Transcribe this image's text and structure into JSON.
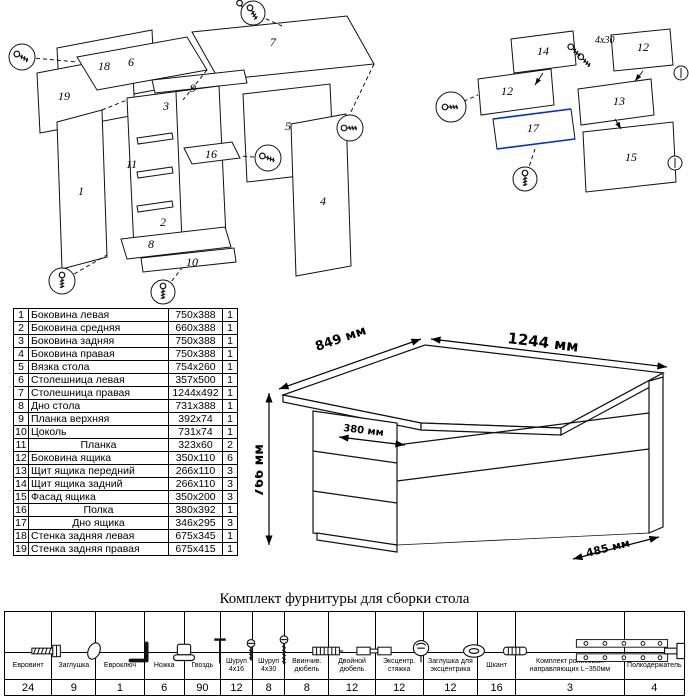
{
  "exploded_left": {
    "labels": [
      "6",
      "7",
      "18",
      "19",
      "1",
      "2",
      "3",
      "16",
      "5",
      "4",
      "8",
      "10",
      "11",
      "9"
    ]
  },
  "exploded_right": {
    "labels": [
      "14",
      "12",
      "12",
      "13",
      "17",
      "15",
      "4x30"
    ]
  },
  "parts": {
    "rows": [
      {
        "n": "1",
        "name": "Боковина левая",
        "size": "750x388",
        "qty": "1"
      },
      {
        "n": "2",
        "name": "Боковина средняя",
        "size": "660x388",
        "qty": "1"
      },
      {
        "n": "3",
        "name": "Боковина задняя",
        "size": "750x388",
        "qty": "1"
      },
      {
        "n": "4",
        "name": "Боковина правая",
        "size": "750x388",
        "qty": "1"
      },
      {
        "n": "5",
        "name": "Вязка стола",
        "size": "754x260",
        "qty": "1"
      },
      {
        "n": "6",
        "name": "Столешница левая",
        "size": "357x500",
        "qty": "1"
      },
      {
        "n": "7",
        "name": "Столешница правая",
        "size": "1244x492",
        "qty": "1"
      },
      {
        "n": "8",
        "name": "Дно стола",
        "size": "731x388",
        "qty": "1"
      },
      {
        "n": "9",
        "name": "Планка верхняя",
        "size": "392x74",
        "qty": "1"
      },
      {
        "n": "10",
        "name": "Цоколь",
        "size": "731x74",
        "qty": "1"
      },
      {
        "n": "11",
        "name": "Планка",
        "size": "323x60",
        "qty": "2"
      },
      {
        "n": "12",
        "name": "Боковина ящика",
        "size": "350x110",
        "qty": "6"
      },
      {
        "n": "13",
        "name": "Щит ящика передний",
        "size": "266x110",
        "qty": "3"
      },
      {
        "n": "14",
        "name": "Щит ящика задний",
        "size": "266x110",
        "qty": "3"
      },
      {
        "n": "15",
        "name": "Фасад ящика",
        "size": "350x200",
        "qty": "3"
      },
      {
        "n": "16",
        "name": "Полка",
        "size": "380x392",
        "qty": "1"
      },
      {
        "n": "17",
        "name": "Дно ящика",
        "size": "346x295",
        "qty": "3"
      },
      {
        "n": "18",
        "name": "Стенка задняя левая",
        "size": "675x345",
        "qty": "1"
      },
      {
        "n": "19",
        "name": "Стенка задняя правая",
        "size": "675x415",
        "qty": "1"
      }
    ]
  },
  "dimensions": {
    "w_left": "849 мм",
    "w_right": "1244 мм",
    "w_inner": "380 мм",
    "height": "766 мм",
    "depth": "485 мм"
  },
  "hardware": {
    "title": "Комплект фурнитуры для сборки стола",
    "items": [
      {
        "name": "Евровинт",
        "qty": "24"
      },
      {
        "name": "Заглушка",
        "qty": "9"
      },
      {
        "name": "Евроключ",
        "qty": "1"
      },
      {
        "name": "Ножка",
        "qty": "6"
      },
      {
        "name": "Гвоздь",
        "qty": "90"
      },
      {
        "name": "Шуруп 4x16",
        "qty": "12"
      },
      {
        "name": "Шуруп 4x30",
        "qty": "8"
      },
      {
        "name": "Ввинчив. дюбель",
        "qty": "8"
      },
      {
        "name": "Двойной дюбель",
        "qty": "12"
      },
      {
        "name": "Эксцентр. стяжка",
        "qty": "12"
      },
      {
        "name": "Заглушка для эксцентрика",
        "qty": "12"
      },
      {
        "name": "Шкант",
        "qty": "16"
      },
      {
        "name": "Комплект роликовых направляющих L~350мм",
        "qty": "3"
      },
      {
        "name": "Полкодержатель",
        "qty": "4"
      }
    ]
  }
}
